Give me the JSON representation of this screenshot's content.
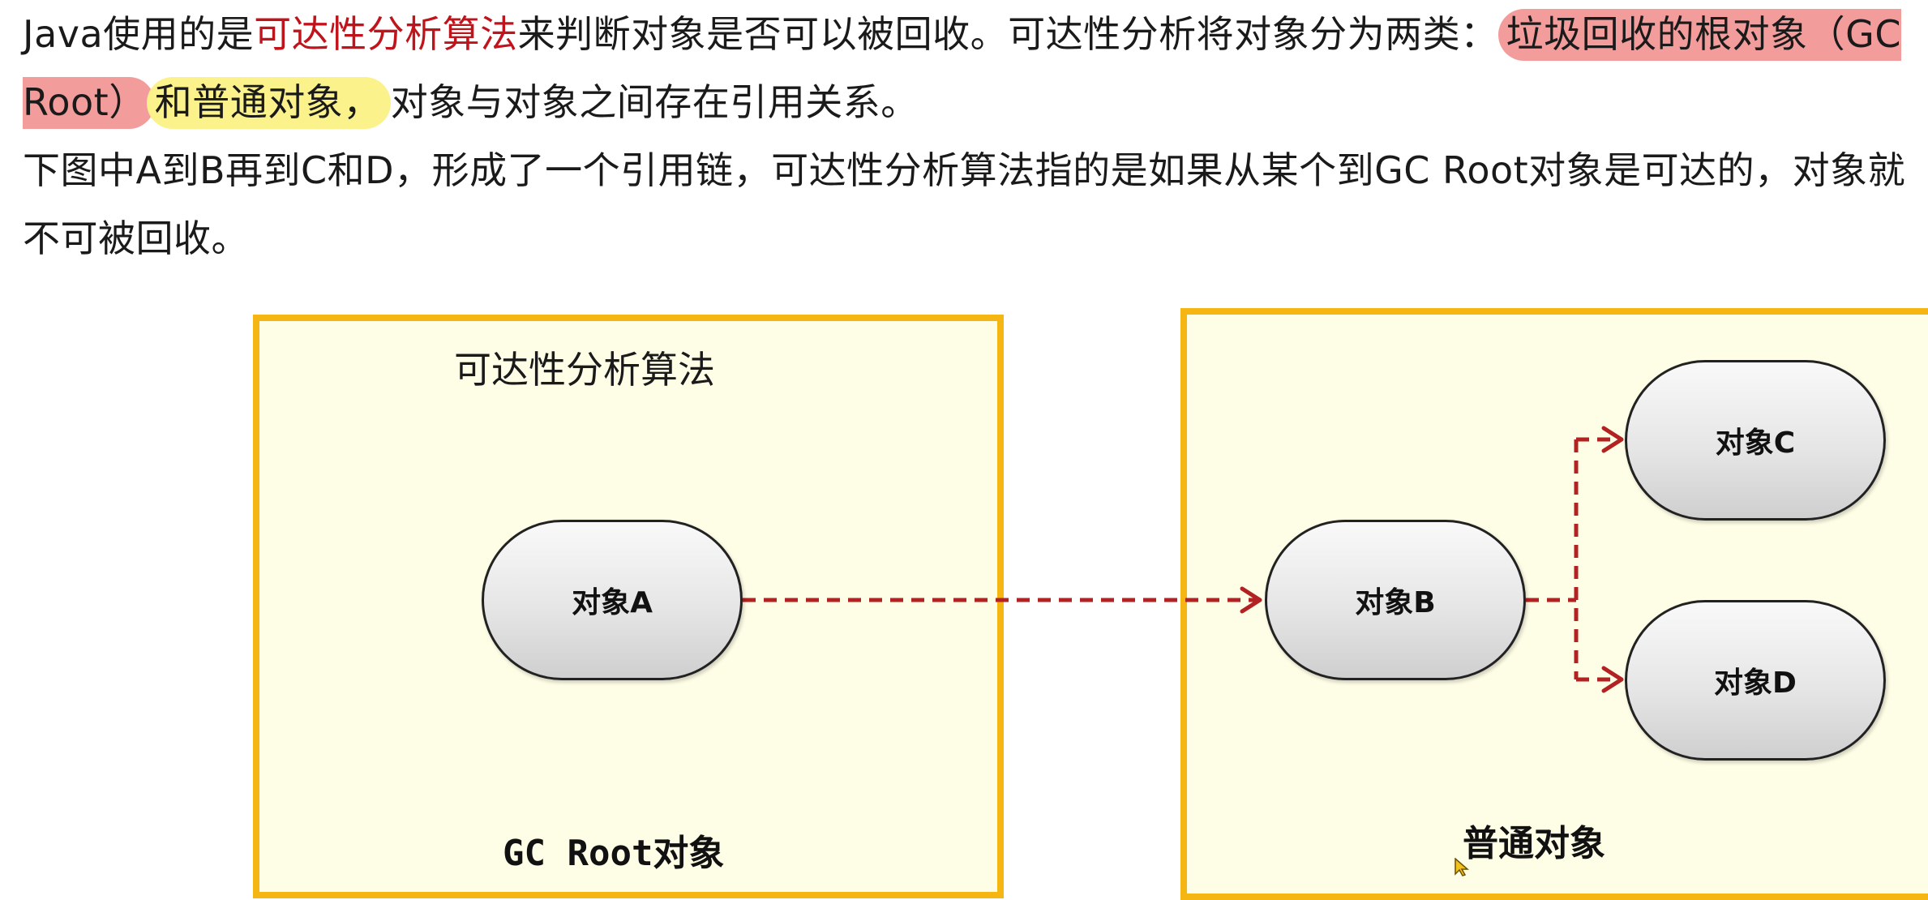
{
  "paragraph1": {
    "part1": "Java使用的是",
    "algorithm_term": "可达性分析算法",
    "part2": "来判断对象是否可以被回收。可达性分析将对象分为两类：",
    "gc_root_highlight": "垃圾回收的根对象（GC Root）",
    "normal_highlight": "和普通对象，",
    "part3": "对象与对象之间存在引用关系。"
  },
  "paragraph2": "下图中A到B再到C和D，形成了一个引用链，可达性分析算法指的是如果从某个到GC Root对象是可达的，对象就不可被回收。",
  "diagram": {
    "left_panel": {
      "title": "可达性分析算法",
      "footer": "GC Root对象"
    },
    "right_panel": {
      "footer": "普通对象"
    },
    "nodes": {
      "a": "对象A",
      "b": "对象B",
      "c": "对象C",
      "d": "对象D"
    },
    "colors": {
      "panel_border": "#f5b614",
      "panel_fill": "#fefde6",
      "arrow": "#b22222",
      "highlight_red": "#f29c9c",
      "highlight_yellow": "#fbf28b",
      "term_red": "#c0141c"
    }
  }
}
